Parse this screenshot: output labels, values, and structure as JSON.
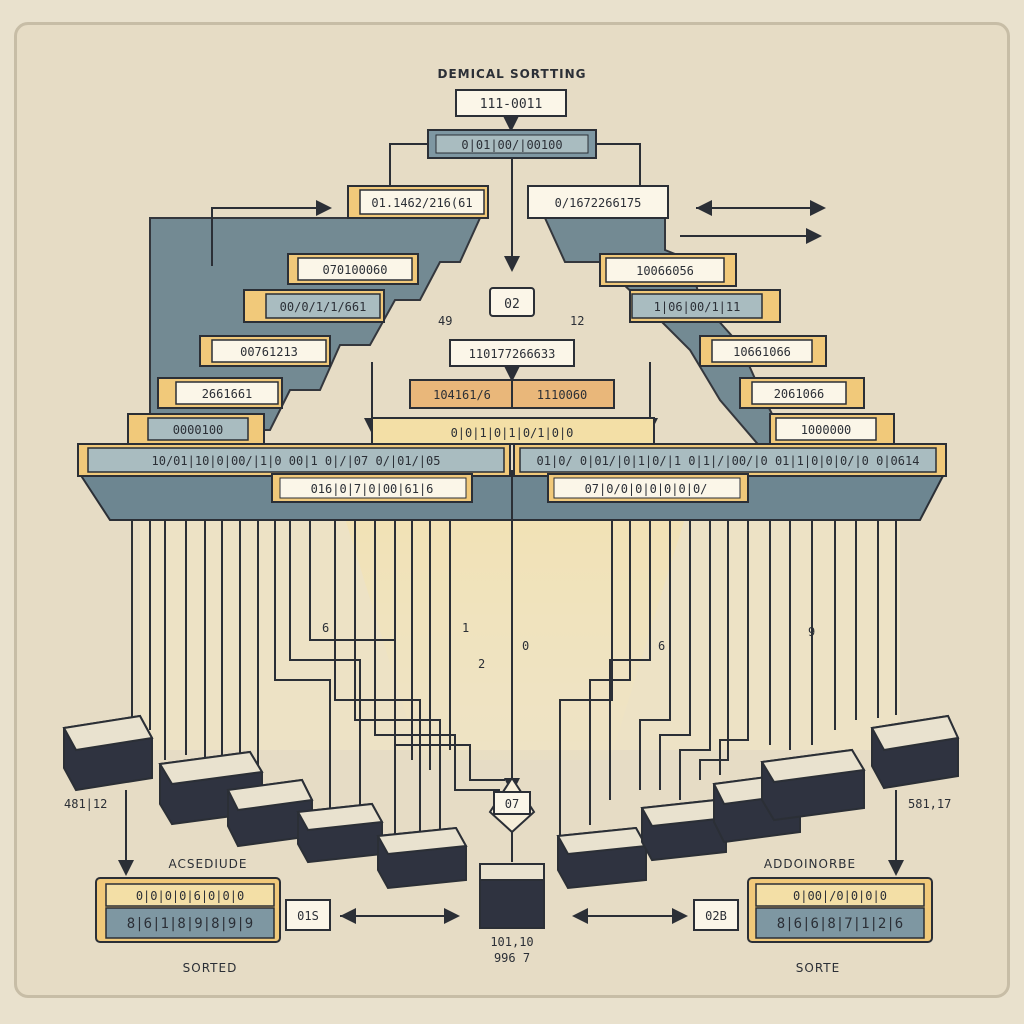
{
  "diagram": {
    "title": "DEMICAL SORTTING",
    "top_value": "111-0011",
    "root_array": "0|01|00/|00100",
    "left_branch": [
      "01.1462/216(61",
      "070100060",
      "00/0/1/1/661",
      "00761213",
      "2661661",
      "0000100"
    ],
    "right_branch": [
      "0/1672266175",
      "10066056",
      "1|06|00/1|11",
      "10661066",
      "2061066",
      "1000000"
    ],
    "center_label": "02",
    "left_number": "49",
    "right_number": "12",
    "mid_top": "110177266633",
    "mid_pair": [
      "104161/6",
      "1110060"
    ],
    "mid_strip": "0|0|1|0|1|0/1|0|0",
    "wide_left": "10/01|10|0|00/|1|0 00|1 0|/|07 0/|01/|05",
    "wide_right": "01|0/ 0|01/|0|1|0/|1 0|1|/|00/|0 01|1|0|0|0/|0 0|0614",
    "sub_left": "016|0|7|0|00|61|6",
    "sub_right": "07|0/0|0|0|0|0|0/",
    "lane_numbers": [
      "6",
      "1",
      "2",
      "0",
      "6",
      "9"
    ],
    "center_node": "07",
    "left_count": "481|12",
    "right_count": "581,17",
    "left_asc_label": "ACSEDIUDE",
    "right_asc_label": "ADDOINORBE",
    "left_result_top": "0|0|0|0|6|0|0|0",
    "left_result_bottom": "8|6|1|8|9|8|9|9",
    "right_result_top": "0|00|/0|0|0|0",
    "right_result_bottom": "8|6|6|8|7|1|2|6",
    "left_small_box": "01S",
    "right_small_box": "02B",
    "center_stack_label": "101,10\n996 7",
    "center_stack_line1": "101,10",
    "center_stack_line2": "996 7",
    "left_sorted": "SORTED",
    "right_sorted": "SORTE"
  }
}
